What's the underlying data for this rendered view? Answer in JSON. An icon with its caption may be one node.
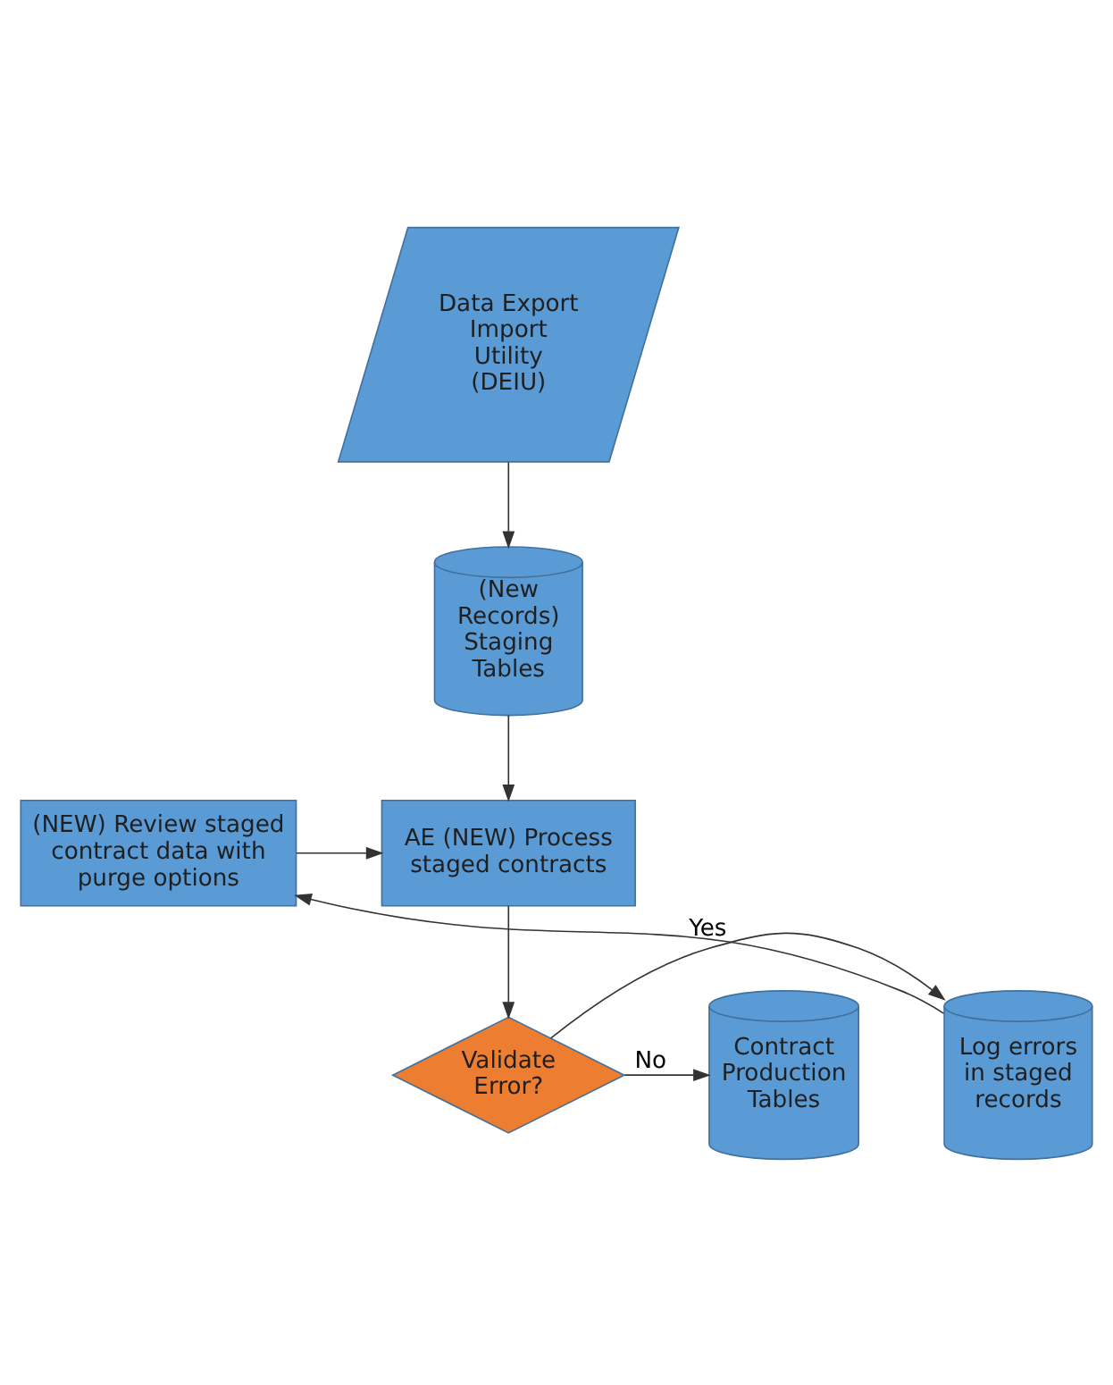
{
  "diagram": {
    "nodes": [
      {
        "text": [
          "Data Export Import Utility (DEIU)"
        ]
      },
      {
        "text": [
          "(New Records) Staging Tables"
        ]
      },
      {
        "text": [
          "(NEW) Review staged contract data with purge options"
        ]
      },
      {
        "text": [
          "AE (NEW) Process staged contracts"
        ]
      },
      {
        "text": [
          "Validate Error?"
        ]
      },
      {
        "text": [
          "Log errors in staged records"
        ]
      },
      {
        "text": [
          "Contract Production Tables"
        ]
      }
    ],
    "edges": [
      {
        "from": 0,
        "to": 1,
        "arrow": "to"
      },
      {
        "from": 1,
        "to": 3,
        "arrow": "to"
      },
      {
        "from": 2,
        "to": 3,
        "arrow": "to"
      },
      {
        "from": 3,
        "to": 4,
        "arrow": "to"
      },
      {
        "from": 4,
        "to": 5,
        "arrow": "to",
        "label": "Yes"
      },
      {
        "from": 4,
        "to": 6,
        "arrow": "to",
        "label": "No"
      },
      {
        "from": 5,
        "to": 2,
        "arrow": "to"
      }
    ]
  }
}
